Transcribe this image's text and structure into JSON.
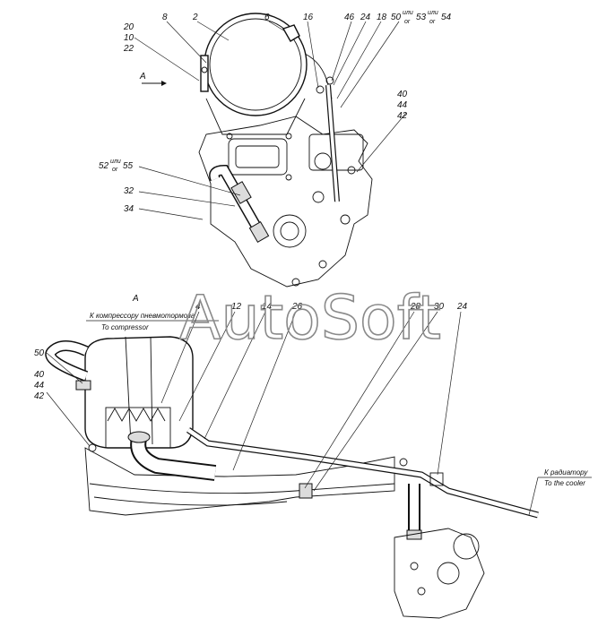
{
  "top_view": {
    "view_marker": "A",
    "callouts": {
      "c20": "20",
      "c10": "10",
      "c22": "22",
      "c8": "8",
      "c2": "2",
      "c6": "6",
      "c16": "16",
      "c46": "46",
      "c24": "24",
      "c18": "18",
      "c50": "50",
      "c53": "53",
      "c54": "54",
      "c40": "40",
      "c44": "44",
      "c42": "42",
      "c52": "52",
      "c55": "55",
      "c32": "32",
      "c34": "34"
    },
    "alt_ili": "или",
    "alt_or": "or"
  },
  "side_view": {
    "view_title": "A",
    "compressor_note_ru": "К компрессору пневмотормоза",
    "compressor_note_en": "To compressor",
    "radiator_note_ru": "К радиатору",
    "radiator_note_en": "To the cooler",
    "callouts": {
      "c4": "4",
      "c12": "12",
      "c14": "14",
      "c26": "26",
      "c28": "28",
      "c30": "30",
      "c24": "24",
      "c50": "50",
      "c40": "40",
      "c44": "44",
      "c42": "42"
    }
  },
  "watermark": "AutoSoft"
}
